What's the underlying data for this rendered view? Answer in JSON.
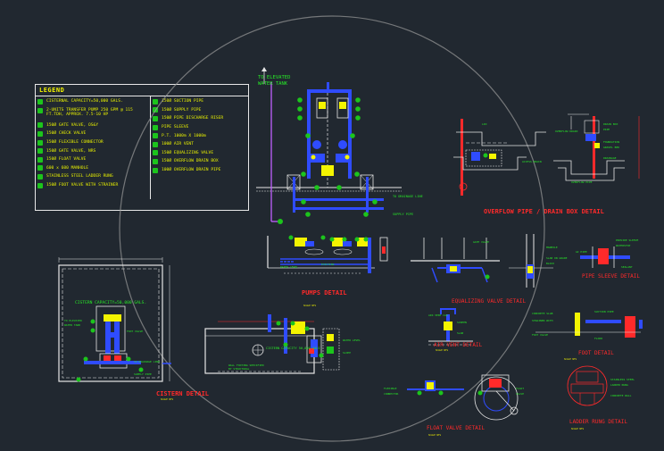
{
  "legend": {
    "title": "LEGEND",
    "left_items": [
      {
        "text": "CISTERNAL CAPACITY=50,000 GALS.",
        "two": false
      },
      {
        "text": "2-UNITS TRANSFER PUMP 250 GPM @ 115 FT.TDH, APPROX. 7.5-10 HP",
        "two": true
      },
      {
        "text": "150Ø GATE VALVE, OS&Y",
        "two": false
      },
      {
        "text": "150Ø CHECK VALVE",
        "two": false
      },
      {
        "text": "150Ø FLEXIBLE CONNECTOR",
        "two": false
      },
      {
        "text": "150Ø GATE VALVE, NRS",
        "two": false
      },
      {
        "text": "150Ø FLOAT VALVE",
        "two": false
      },
      {
        "text": "600 x 600 MANHOLE",
        "two": false
      },
      {
        "text": "STAINLESS STEEL LADDER RUNG",
        "two": false
      },
      {
        "text": "150Ø FOOT VALVE WITH STRAINER",
        "two": false
      }
    ],
    "right_items": [
      "150Ø SUCTION PIPE",
      "150Ø SUPPLY PIPE",
      "150Ø PIPE DISCHARGE RISER",
      "PIPE SLEEVE",
      "P.T. 1000m X 1000m",
      "100Ø AIR VENT",
      "150Ø EQUALIZING VALVE",
      "150Ø OVERFLOW DRAIN BOX",
      "100Ø OVERFLOW DRAIN PIPE"
    ]
  },
  "annotations": {
    "to_elevated": "TO ELEVATED",
    "water_tank": "WATER TANK",
    "cistern_capacity": "CISTERN CAPACITY=50,000 GALS.",
    "cistern_capacity_small": "CISTERN CAPACITY 50,000 GALS."
  },
  "titles": {
    "overflow": "OVERFLOW PIPE / DRAIN BOX DETAIL",
    "pumps": "PUMPS DETAIL",
    "equalizing": "EQUALIZING VALVE DETAIL",
    "pipe_sleeve": "PIPE SLEEVE DETAIL",
    "cistern": "CISTERN DETAIL",
    "air_vent": "AIR VENT DETAIL",
    "float_valve": "FLOAT VALVE DETAIL",
    "ladder": "LADDER RUNG DETAIL",
    "foot": "FOOT DETAIL"
  },
  "colors": {
    "background": "#212830",
    "linework": "#e6e6e6",
    "pipe": "#2f4cff",
    "accent_green": "#27e827",
    "title_red": "#ff2a2a",
    "label_yellow": "#f4f400",
    "magenta": "#c060ff",
    "watermark": "#9a9a9a"
  }
}
